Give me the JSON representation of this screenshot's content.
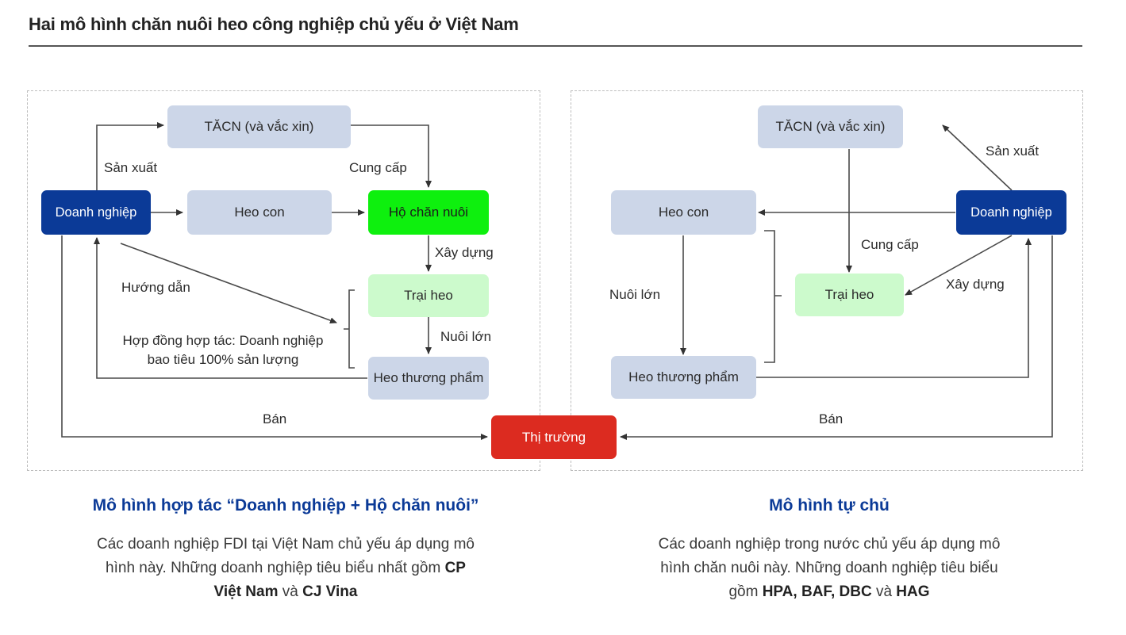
{
  "header": {
    "title": "Hai mô hình chăn nuôi heo công nghiệp chủ yếu ở Việt Nam"
  },
  "colors": {
    "enterprise": "#0b3a97",
    "farmer_household": "#0ef00e",
    "pig_farm": "#ccfacc",
    "neutral_node": "#ccd6e8",
    "market": "#dc2b20",
    "caption_title": "#0b3a97"
  },
  "left_model": {
    "nodes": {
      "feed": "TĂCN (và vắc xin)",
      "enterprise": "Doanh nghiệp",
      "piglet": "Heo con",
      "household": "Hộ chăn nuôi",
      "farm": "Trại heo",
      "finished_pig": "Heo thương phẩm"
    },
    "edge_labels": {
      "produce": "Sản xuất",
      "supply": "Cung cấp",
      "build": "Xây dựng",
      "guide": "Hướng dẫn",
      "raise": "Nuôi lớn",
      "contract_line1": "Hợp đồng hợp tác: Doanh nghiệp",
      "contract_line2": "bao tiêu 100% sản lượng",
      "sell": "Bán"
    },
    "caption": {
      "title": "Mô hình hợp tác “Doanh nghiệp + Hộ chăn nuôi”",
      "line1": "Các doanh nghiệp FDI tại Việt Nam chủ yếu áp dụng mô",
      "line2_prefix": "hình này. Những doanh nghiệp tiêu biểu nhất gồm ",
      "company1_a": "CP",
      "company1_b": "Việt Nam",
      "joiner": " và ",
      "company2": "CJ Vina"
    }
  },
  "shared": {
    "market": "Thị trường"
  },
  "right_model": {
    "nodes": {
      "feed": "TĂCN (và vắc xin)",
      "enterprise": "Doanh nghiệp",
      "piglet": "Heo con",
      "farm": "Trại heo",
      "finished_pig": "Heo thương phẩm"
    },
    "edge_labels": {
      "produce": "Sản xuất",
      "supply": "Cung cấp",
      "build": "Xây dựng",
      "raise": "Nuôi lớn",
      "sell": "Bán"
    },
    "caption": {
      "title": "Mô hình tự chủ",
      "line1": "Các doanh nghiệp trong nước chủ yếu áp dụng mô",
      "line2": "hình chăn nuôi này. Những doanh nghiệp tiêu biểu",
      "line3_prefix": "gồm ",
      "companies": [
        "HPA",
        "BAF",
        "DBC",
        "HAG"
      ],
      "sep": ", ",
      "joiner": " và "
    }
  }
}
